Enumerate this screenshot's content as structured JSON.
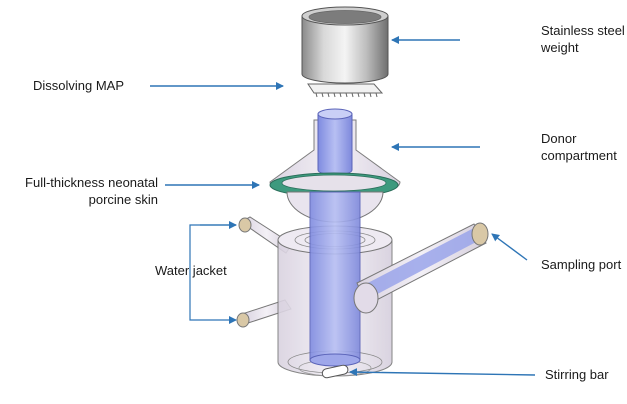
{
  "labels": {
    "steel_weight": [
      "Stainless steel",
      "weight"
    ],
    "dissolving_map": "Dissolving MAP",
    "donor_compartment": [
      "Donor",
      "compartment"
    ],
    "porcine_skin": [
      "Full-thickness neonatal",
      "porcine skin"
    ],
    "water_jacket": "Water jacket",
    "sampling_port": "Sampling port",
    "stirring_bar": "Stirring bar"
  },
  "colors": {
    "arrow": "#2e75b6",
    "skin_ring": "#3d9a7e",
    "donor_tube": "#8e9ae8",
    "glass": "#e8e3ee"
  }
}
